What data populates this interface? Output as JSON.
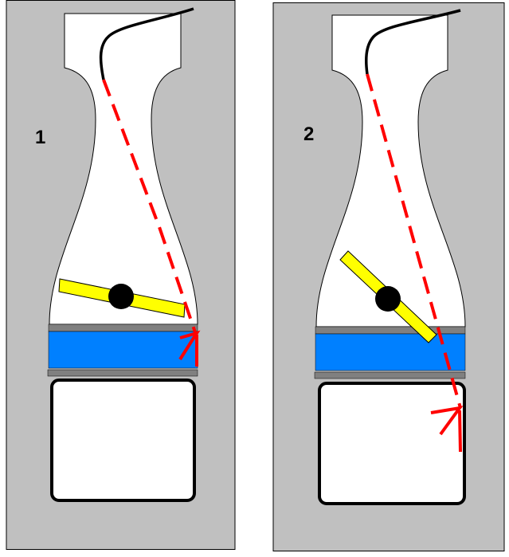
{
  "panels": [
    {
      "label": "1",
      "flap_state": "nearly-horizontal"
    },
    {
      "label": "2",
      "flap_state": "tilted"
    }
  ],
  "colors": {
    "background": "#c0c0c0",
    "vessel": "#ffffff",
    "flap": "#ffff00",
    "pivot": "#000000",
    "band": "#0080ff",
    "plate": "#808080",
    "path": "#ff0000",
    "wire": "#000000"
  }
}
